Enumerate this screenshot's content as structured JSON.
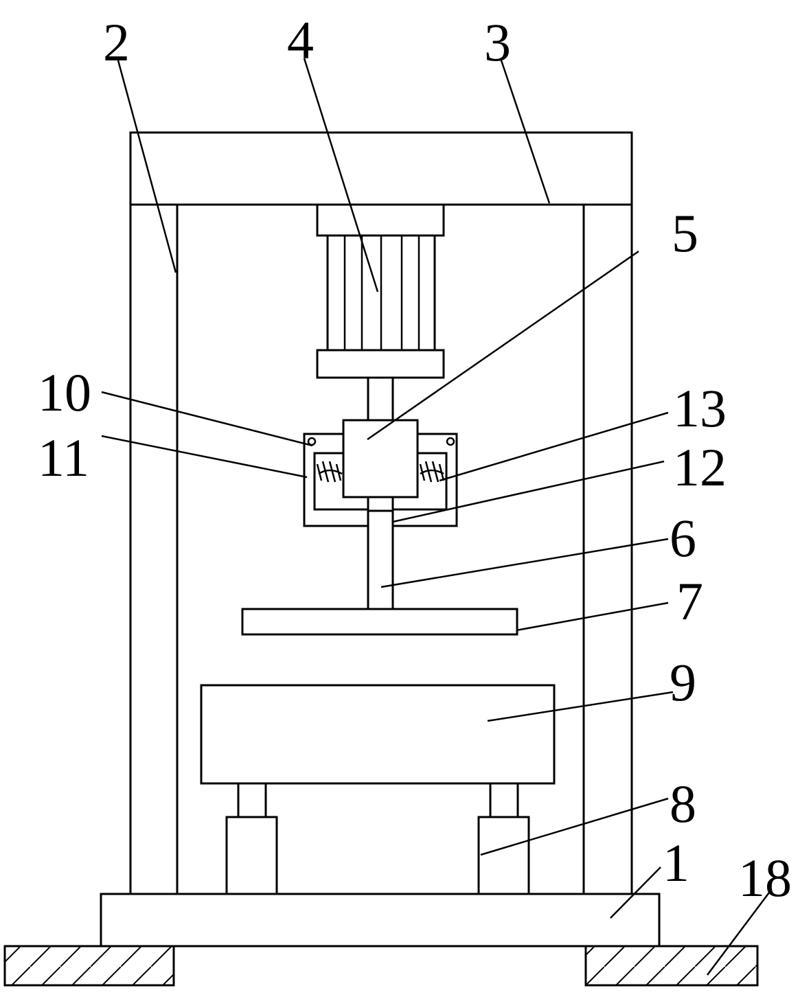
{
  "figure": {
    "callouts": [
      {
        "id": "c2",
        "text": "2"
      },
      {
        "id": "c4",
        "text": "4"
      },
      {
        "id": "c3",
        "text": "3"
      },
      {
        "id": "c5",
        "text": "5"
      },
      {
        "id": "c10",
        "text": "10"
      },
      {
        "id": "c13",
        "text": "13"
      },
      {
        "id": "c11",
        "text": "11"
      },
      {
        "id": "c12",
        "text": "12"
      },
      {
        "id": "c6",
        "text": "6"
      },
      {
        "id": "c7",
        "text": "7"
      },
      {
        "id": "c9",
        "text": "9"
      },
      {
        "id": "c8",
        "text": "8"
      },
      {
        "id": "c1",
        "text": "1"
      },
      {
        "id": "c18",
        "text": "18"
      }
    ]
  }
}
